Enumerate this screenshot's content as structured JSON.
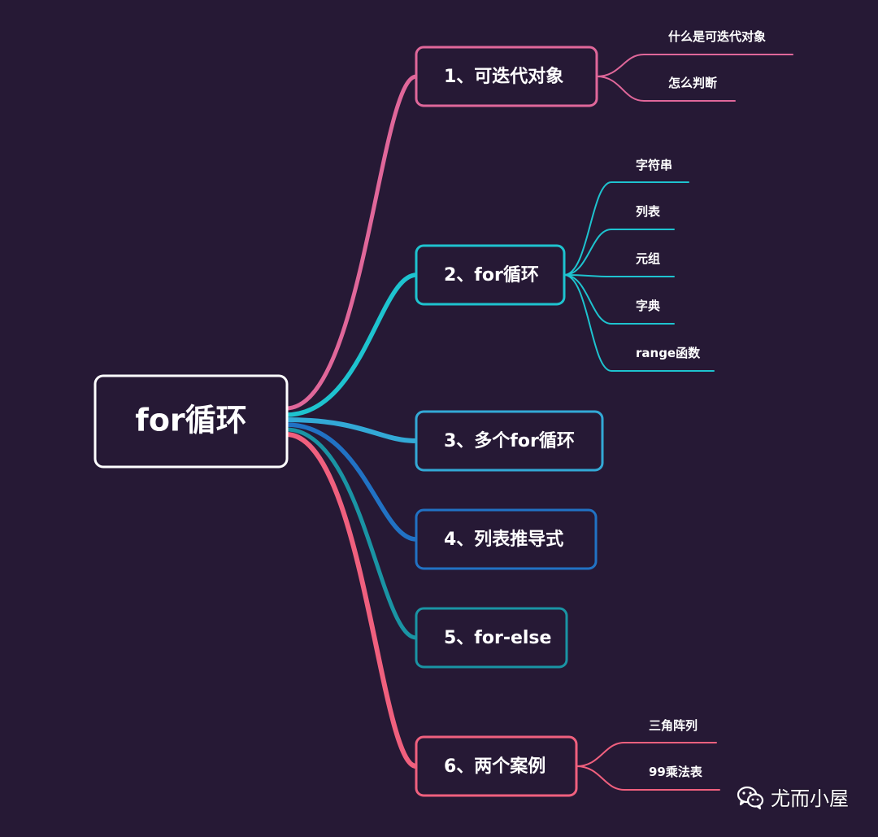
{
  "colors": {
    "background": "#261935",
    "root_border": "#ffffff",
    "text": "#ffffff"
  },
  "root": {
    "label": "for循环"
  },
  "branches": [
    {
      "label": "1、可迭代对象",
      "color": "#e0679a",
      "children": [
        "什么是可迭代对象",
        "怎么判断"
      ]
    },
    {
      "label": "2、for循环",
      "color": "#1ec3cf",
      "children": [
        "字符串",
        "列表",
        "元组",
        "字典",
        "range函数"
      ]
    },
    {
      "label": "3、多个for循环",
      "color": "#33a9d6",
      "children": []
    },
    {
      "label": "4、列表推导式",
      "color": "#2172c4",
      "children": []
    },
    {
      "label": "5、for-else",
      "color": "#1a94a4",
      "children": []
    },
    {
      "label": "6、两个案例",
      "color": "#f0607e",
      "children": [
        "三角阵列",
        "99乘法表"
      ]
    }
  ],
  "watermark": {
    "icon": "wechat-icon",
    "text": "尤而小屋"
  }
}
